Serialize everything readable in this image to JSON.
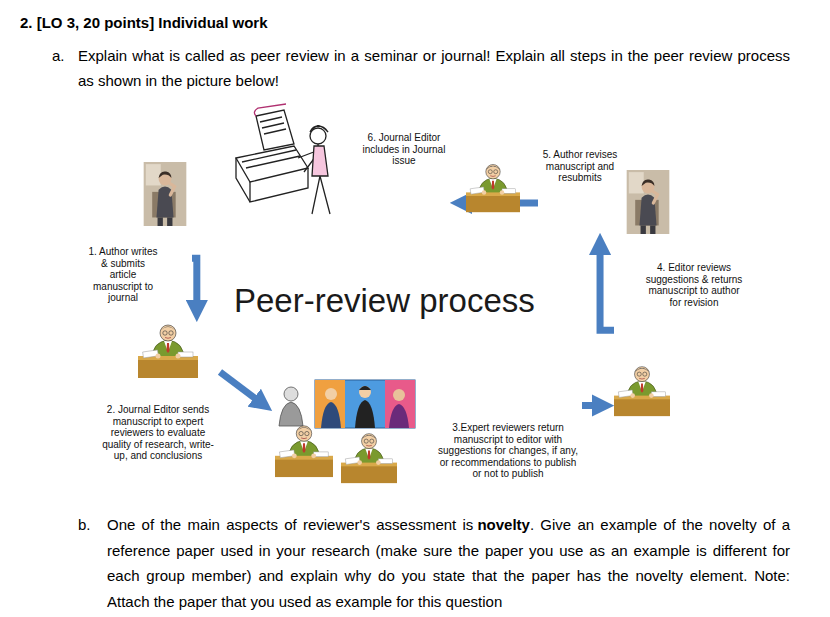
{
  "diagram": {
    "nodes": [
      {
        "text": [
          "1. Author writes & submits article manuscript to journal"
        ]
      },
      {
        "text": [
          "2. Journal Editor sends manuscript to expert reviewers to evaluate quality of research, write-up, and conclusions"
        ]
      },
      {
        "text": [
          "3.Expert reviewers return manuscript to editor with suggestions for changes, if any, or recommendations to publish or not to publish"
        ]
      },
      {
        "text": [
          "4. Editor reviews suggestions & returns manuscript to author for revision"
        ]
      },
      {
        "text": [
          "5. Author revises manuscript and resubmits"
        ]
      },
      {
        "text": [
          "6. Journal Editor includes in Journal issue"
        ]
      }
    ],
    "edges": [
      {
        "from": 0,
        "to": 1,
        "arrow": "to"
      },
      {
        "from": 1,
        "to": 2,
        "arrow": "to"
      },
      {
        "from": 2,
        "to": 3,
        "arrow": "to"
      },
      {
        "from": 3,
        "to": 4,
        "arrow": "to"
      },
      {
        "from": 4,
        "to": 5,
        "arrow": "to"
      }
    ],
    "labels": [
      "2. [LO 3, 20 points] Individual work",
      "a.",
      "Explain what is called as peer review in a seminar or journal! Explain all steps in the peer review process as shown in the picture below!",
      "Peer-review process",
      "b.",
      "One of the main aspects of reviewer's assessment is",
      "novelty",
      ". Give an example of the novelty of a reference paper used in your research (make sure the paper you use as an example is different for each group member) and explain why do you state that the paper has the novelty element. Note: Attach the paper that you used as example for this question"
    ]
  }
}
